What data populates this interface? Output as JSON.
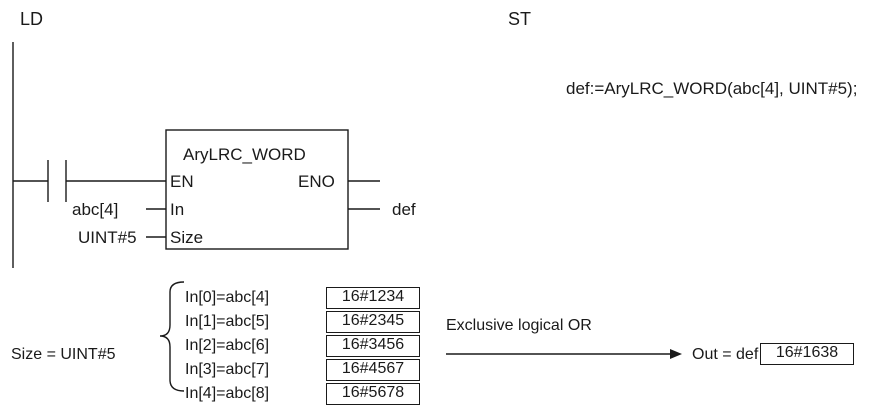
{
  "labels": {
    "ld": "LD",
    "st": "ST"
  },
  "st_code": "def:=AryLRC_WORD(abc[4], UINT#5);",
  "function_block": {
    "name": "AryLRC_WORD",
    "inputs": [
      "EN",
      "In",
      "Size"
    ],
    "outputs": [
      "ENO"
    ]
  },
  "ladder": {
    "in_variable": "abc[4]",
    "size_variable": "UINT#5",
    "out_variable": "def"
  },
  "example": {
    "size_label": "Size = UINT#5",
    "rows": [
      {
        "element": "In[0]=abc[4]",
        "value": "16#1234"
      },
      {
        "element": "In[1]=abc[5]",
        "value": "16#2345"
      },
      {
        "element": "In[2]=abc[6]",
        "value": "16#3456"
      },
      {
        "element": "In[3]=abc[7]",
        "value": "16#4567"
      },
      {
        "element": "In[4]=abc[8]",
        "value": "16#5678"
      }
    ],
    "operation": "Exclusive logical OR",
    "result_label": "Out = def",
    "result_value": "16#1638"
  }
}
